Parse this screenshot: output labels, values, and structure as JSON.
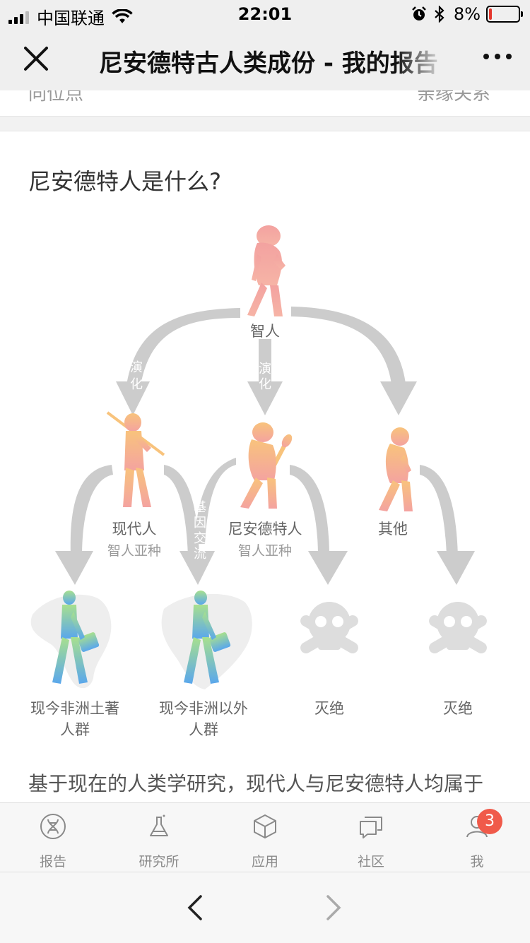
{
  "status_bar": {
    "carrier": "中国联通",
    "time": "22:01",
    "battery": "8%"
  },
  "nav": {
    "title": "尼安德特古人类成份 - 我的报告"
  },
  "previous_section": {
    "left_text": "同位点",
    "right_text": "亲缘关系"
  },
  "section": {
    "title": "尼安德特人是什么?",
    "body": "基于现在的人类学研究，现代人与尼安德特人均属于"
  },
  "diagram": {
    "root_label": "智人",
    "edge_label_evolve": [
      "演",
      "化"
    ],
    "edge_label_exchange": [
      "基",
      "因",
      "交",
      "流"
    ],
    "modern_label": "现代人",
    "modern_sub": "智人亚种",
    "neanderthal_label": "尼安德特人",
    "neanderthal_sub": "智人亚种",
    "other_label": "其他",
    "africa_label": [
      "现今非洲土著",
      "人群"
    ],
    "non_africa_label": [
      "现今非洲以外",
      "人群"
    ],
    "extinct_label": "灭绝"
  },
  "tabs": [
    {
      "label": "报告",
      "icon": "dna-icon"
    },
    {
      "label": "研究所",
      "icon": "flask-icon"
    },
    {
      "label": "应用",
      "icon": "cube-icon"
    },
    {
      "label": "社区",
      "icon": "chat-icon"
    },
    {
      "label": "我",
      "icon": "user-icon",
      "badge": "3"
    }
  ],
  "colors": {
    "arrow": "#cccccc",
    "human_top": "#f3a2a0",
    "human_orange": "#f7b77c",
    "walker_green": "#a8e08e",
    "walker_blue": "#5aa7ec",
    "badge": "#f05a4a"
  }
}
